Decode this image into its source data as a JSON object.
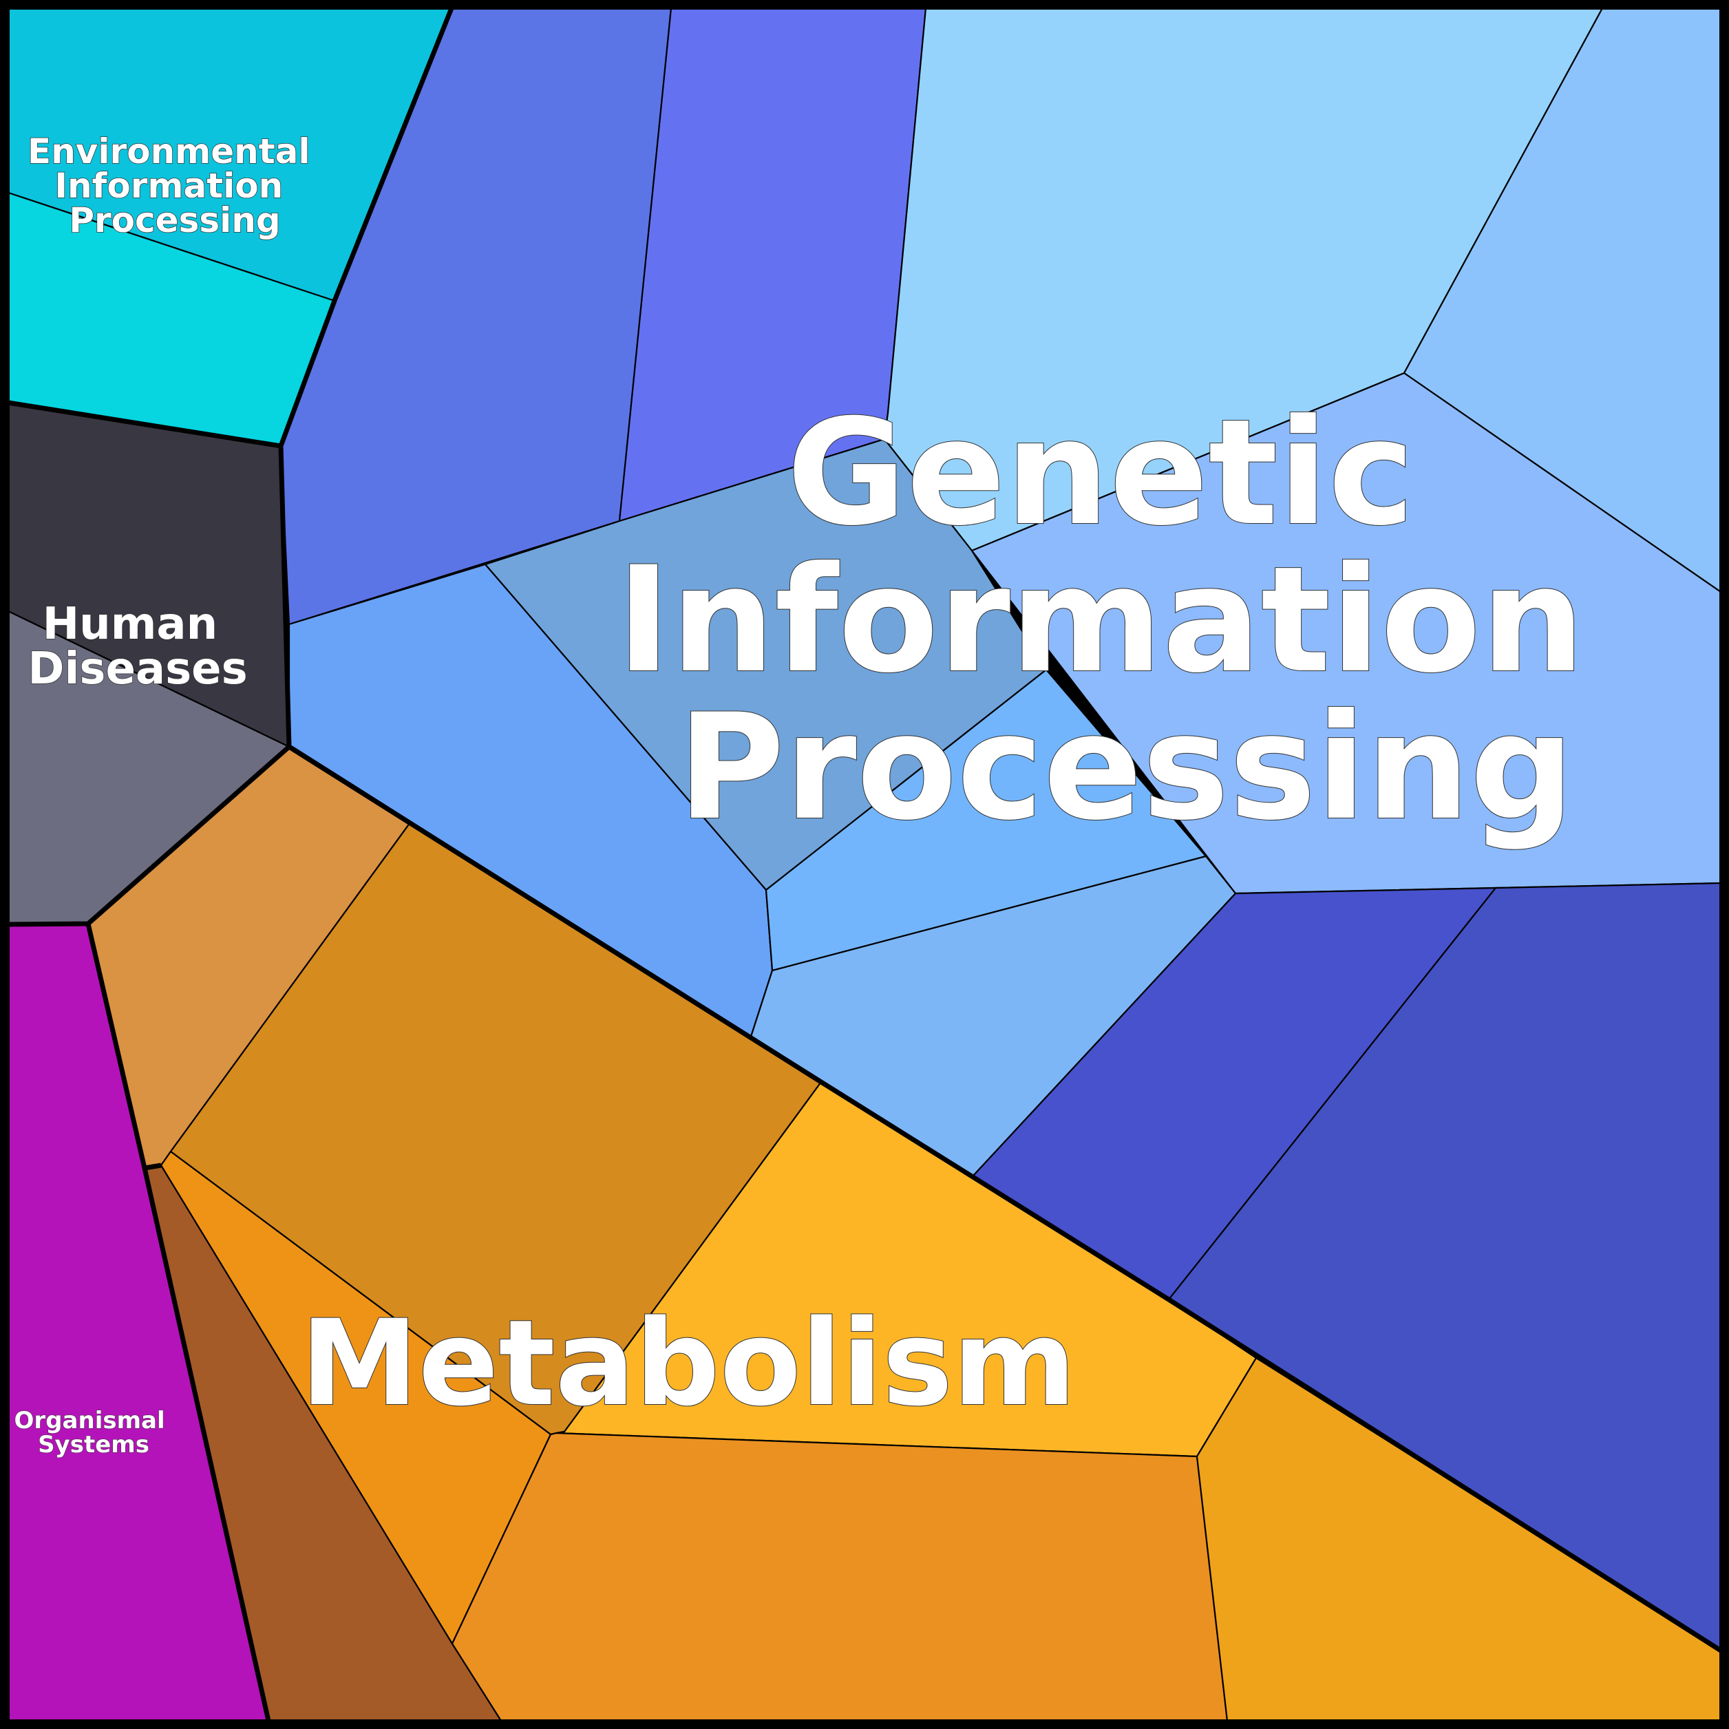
{
  "diagram": {
    "type": "voronoi-treemap",
    "groups": [
      {
        "id": "environmental",
        "label_lines": [
          "Environmental",
          "Information",
          "Processing"
        ],
        "cells": [
          {
            "color": "#0bc3dd"
          },
          {
            "color": "#07d5e0"
          }
        ]
      },
      {
        "id": "human-diseases",
        "label_lines": [
          "Human",
          "Diseases"
        ],
        "cells": [
          {
            "color": "#383742"
          },
          {
            "color": "#6c6d80"
          }
        ]
      },
      {
        "id": "organismal",
        "label_lines": [
          "Organismal",
          "Systems"
        ],
        "cells": [
          {
            "color": "#b413b9"
          }
        ]
      },
      {
        "id": "genetic",
        "label_lines": [
          "Genetic",
          "Information",
          "Processing"
        ],
        "cells": [
          {
            "color": "#5b75e7"
          },
          {
            "color": "#6472f2"
          },
          {
            "color": "#95d3fd"
          },
          {
            "color": "#8cc3fd"
          },
          {
            "color": "#8cbafd"
          },
          {
            "color": "#70a4db"
          },
          {
            "color": "#69a3f7"
          },
          {
            "color": "#72b5fd"
          },
          {
            "color": "#7db6f6"
          },
          {
            "color": "#4752cc"
          },
          {
            "color": "#4552c3"
          }
        ]
      },
      {
        "id": "metabolism",
        "label_lines": [
          "Metabolism"
        ],
        "cells": [
          {
            "color": "#da9243"
          },
          {
            "color": "#d58b1e"
          },
          {
            "color": "#a45b28"
          },
          {
            "color": "#ef9316"
          },
          {
            "color": "#fdb526"
          },
          {
            "color": "#ea9121"
          },
          {
            "color": "#efa31a"
          }
        ]
      }
    ]
  }
}
